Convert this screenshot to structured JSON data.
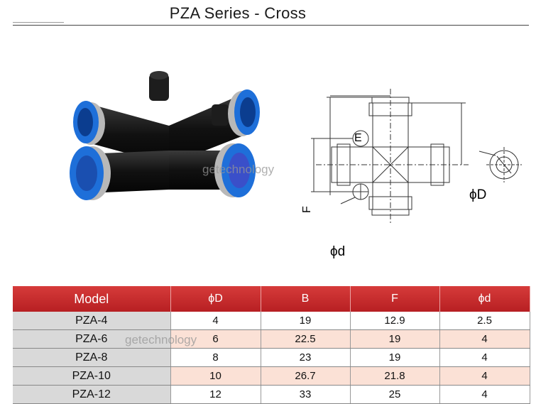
{
  "title": "PZA Series - Cross",
  "watermark": "getechnology",
  "drawing_labels": {
    "E": "E",
    "D": "ϕD",
    "F": "F",
    "d": "ϕd"
  },
  "colors": {
    "header_red": "#c62a2b",
    "row_pink": "#fbe1d6",
    "model_gray": "#d9d9d9"
  },
  "table": {
    "headers": [
      "Model",
      "ϕD",
      "B",
      "F",
      "ϕd"
    ],
    "rows": [
      [
        "PZA-4",
        "4",
        "19",
        "12.9",
        "2.5"
      ],
      [
        "PZA-6",
        "6",
        "22.5",
        "19",
        "4"
      ],
      [
        "PZA-8",
        "8",
        "23",
        "19",
        "4"
      ],
      [
        "PZA-10",
        "10",
        "26.7",
        "21.8",
        "4"
      ],
      [
        "PZA-12",
        "12",
        "33",
        "25",
        "4"
      ]
    ]
  }
}
